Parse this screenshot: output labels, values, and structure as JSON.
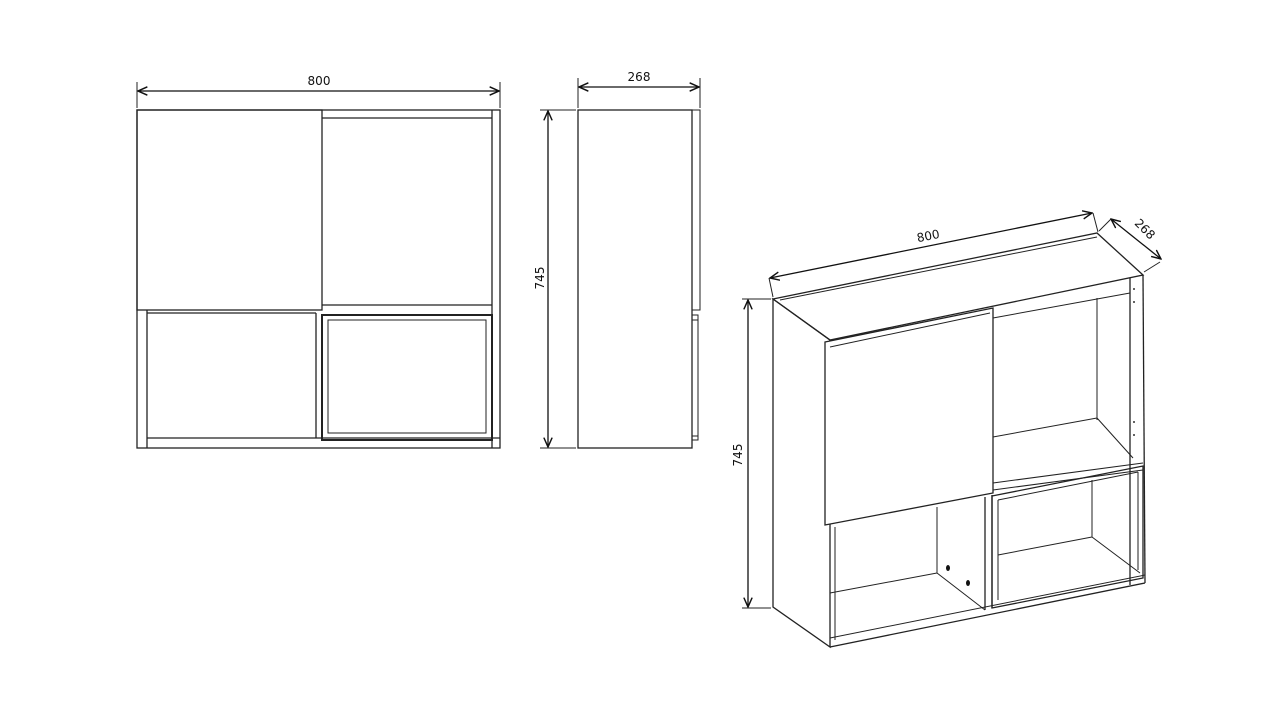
{
  "front_view": {
    "width_label": "800"
  },
  "side_view": {
    "depth_label": "268",
    "height_label": "745"
  },
  "iso_view": {
    "width_label": "800",
    "depth_label": "268",
    "height_label": "745"
  }
}
